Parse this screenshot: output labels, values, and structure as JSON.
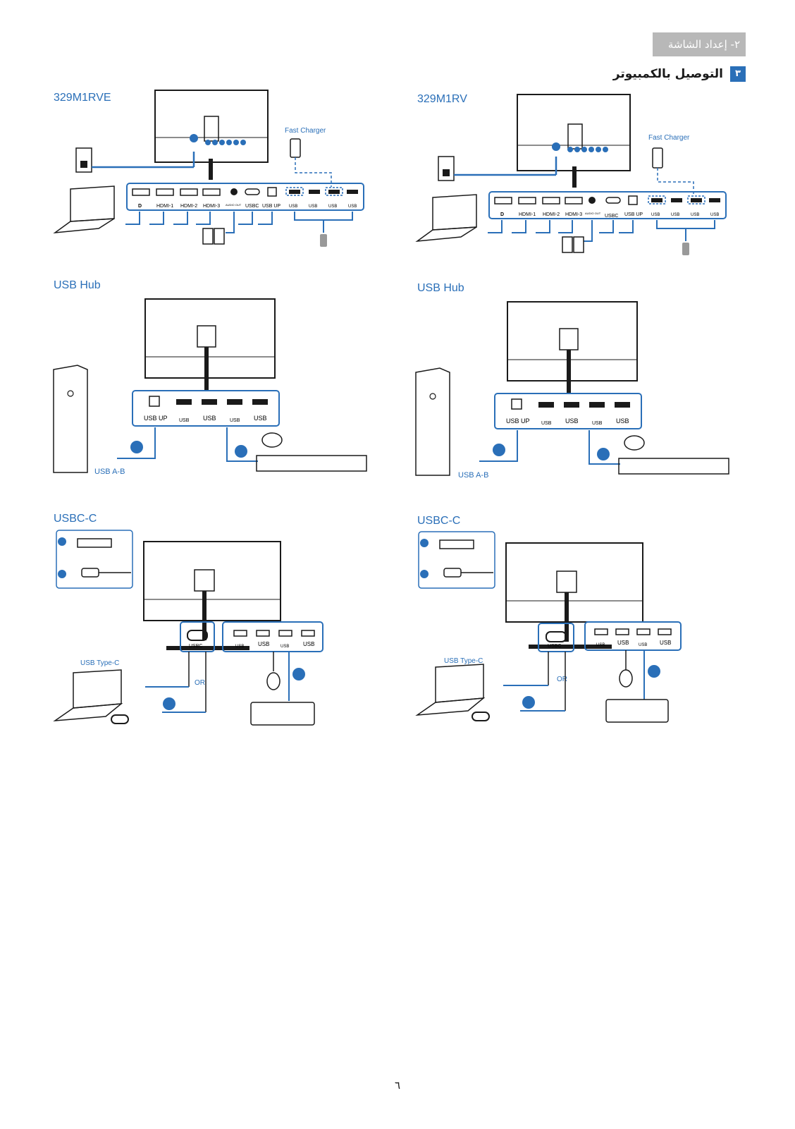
{
  "header": {
    "section_tab": "٢- إعداد الشاشة",
    "heading_number": "٣",
    "heading_title": "التوصيل بالكمبيوتر"
  },
  "left": {
    "model": "329M1RVE",
    "fast_charger": "Fast Charger",
    "usb_hub": "USB Hub",
    "usb_ab": "USB A-B",
    "usbc_c": "USBC-C",
    "usb_type_c": "USB Type-C",
    "or": "OR"
  },
  "right": {
    "model": "329M1RV",
    "fast_charger": "Fast Charger",
    "usb_hub": "USB Hub",
    "usb_ab": "USB A-B",
    "usbc_c": "USBC-C",
    "usb_type_c": "USB Type-C",
    "or": "OR"
  },
  "ports": {
    "dp": "D",
    "hdmi1": "HDMI-1",
    "hdmi2": "HDMI-2",
    "hdmi3": "HDMI-3",
    "audio_out": "AUDIO OUT",
    "usbc": "USBC",
    "usb_up": "USB UP",
    "usb": "USB"
  },
  "page_number": "٦",
  "colors": {
    "accent": "#2a6fb8",
    "tab": "#b8b8b8",
    "line": "#1a1a1a"
  }
}
